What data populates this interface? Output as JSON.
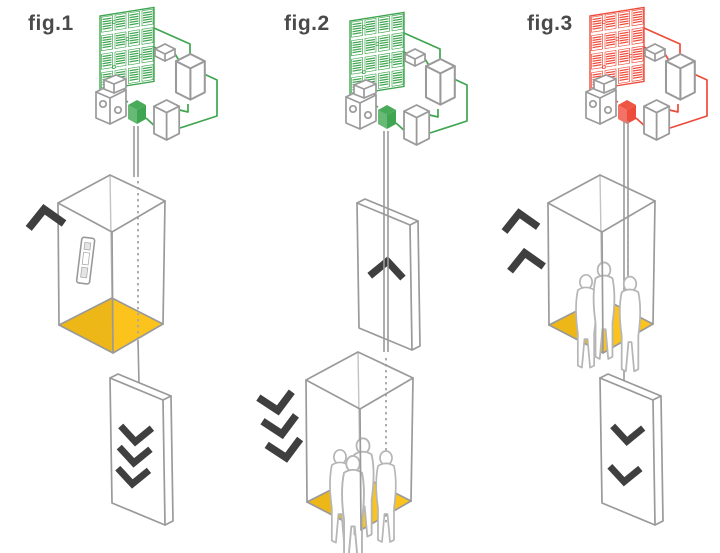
{
  "colors": {
    "green": "#3fa550",
    "red": "#ee4c3a",
    "yellow": "#fbc31b",
    "ink": "#3f3f3f",
    "outline": "#9a9a9a",
    "sketch": "#b6b6b6",
    "label": "#4a4a4a",
    "background": "#ffffff"
  },
  "figures": [
    {
      "label": "fig.1",
      "board_color": "green",
      "car": {
        "position": "top",
        "people": 0,
        "has_panel": true,
        "indicator": {
          "direction": "up",
          "count": 1
        }
      },
      "counterweight": {
        "position": "bottom",
        "indicator": {
          "direction": "down",
          "count": 3
        }
      }
    },
    {
      "label": "fig.2",
      "board_color": "green",
      "car": {
        "position": "bottom",
        "people": 4,
        "has_panel": false,
        "indicator": {
          "direction": "down",
          "count": 3
        }
      },
      "counterweight": {
        "position": "top",
        "indicator": {
          "direction": "up",
          "count": 1
        }
      }
    },
    {
      "label": "fig.3",
      "board_color": "red",
      "car": {
        "position": "top",
        "people": 3,
        "has_panel": false,
        "indicator": {
          "direction": "up",
          "count": 2
        }
      },
      "counterweight": {
        "position": "bottom",
        "indicator": {
          "direction": "down",
          "count": 2
        }
      }
    }
  ]
}
